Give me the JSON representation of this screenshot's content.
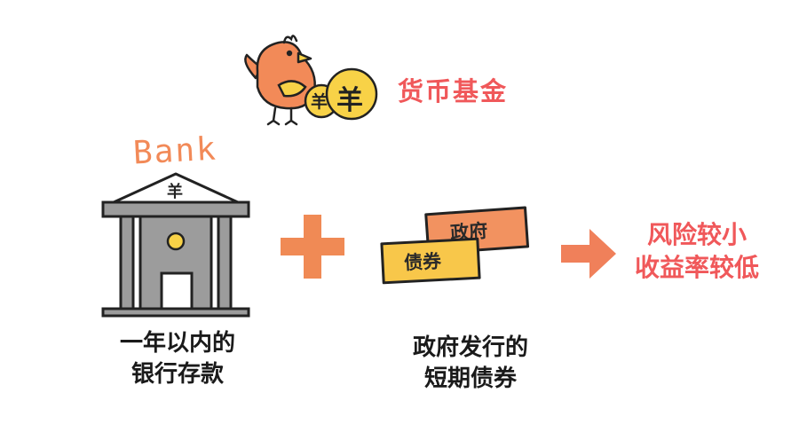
{
  "colors": {
    "accent_red": "#f0585a",
    "orange": "#f28a58",
    "plus_orange": "#f08a55",
    "arrow_orange": "#f0805a",
    "bird_body": "#f28a58",
    "coin_yellow": "#f8d247",
    "ticket_orange": "#f29260",
    "ticket_yellow": "#f8c74a",
    "bank_gray": "#9c9c9c"
  },
  "fund": {
    "title": "货币基金",
    "coin_symbol": "羊",
    "icon": "bird-with-coins-icon"
  },
  "bank": {
    "sign": "Bank",
    "roof_symbol": "羊",
    "caption_line1": "一年以内的",
    "caption_line2": "银行存款",
    "icon": "bank-building-icon"
  },
  "bonds": {
    "ticket_back": "政府",
    "ticket_front": "债券",
    "caption_line1": "政府发行的",
    "caption_line2": "短期债券",
    "icon": "bond-tickets-icon"
  },
  "result": {
    "line1": "风险较小",
    "line2": "收益率较低"
  },
  "operators": {
    "plus": "plus-icon",
    "arrow": "arrow-right-icon"
  }
}
